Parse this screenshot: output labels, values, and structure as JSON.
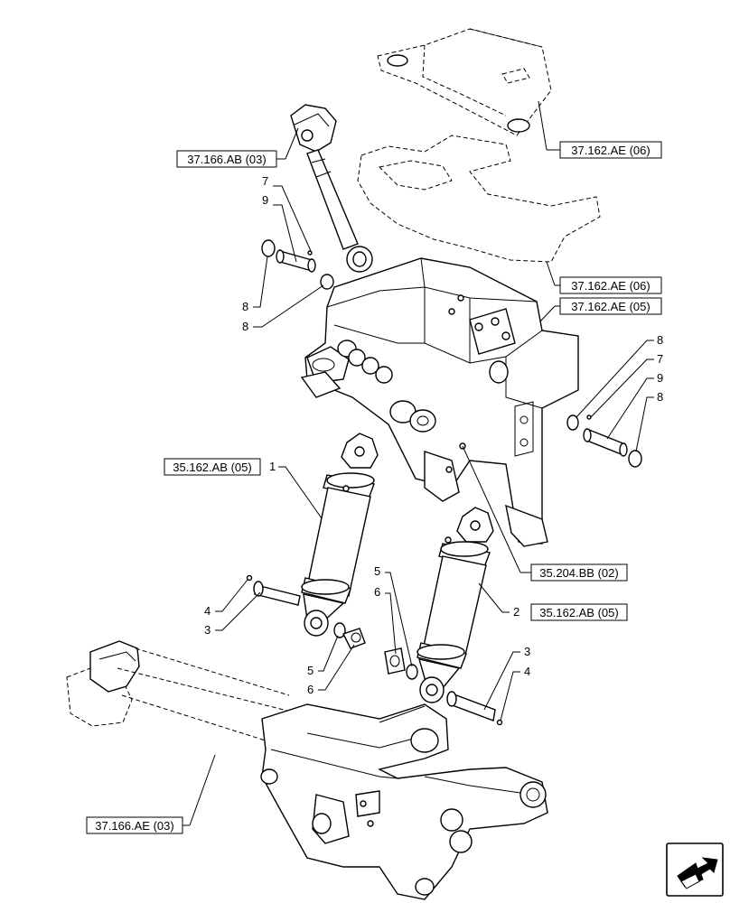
{
  "references": {
    "r1": "37.162.AE (06)",
    "r2": "37.166.AB (03)",
    "r3": "37.162.AE (06)",
    "r4": "37.162.AE (05)",
    "r5": "35.162.AB (05)",
    "r6": "35.204.BB (02)",
    "r7": "35.162.AB (05)",
    "r8": "37.166.AE (03)"
  },
  "callouts": {
    "c1": "7",
    "c2": "9",
    "c3": "8",
    "c4": "8",
    "c5": "8",
    "c6": "7",
    "c7": "9",
    "c8": "8",
    "c9": "1",
    "c10": "2",
    "c11": "4",
    "c12": "3",
    "c13": "5",
    "c14": "6",
    "c15": "5",
    "c16": "6",
    "c17": "3",
    "c18": "4"
  },
  "icons": {
    "next_page": "next-page-arrow-icon"
  }
}
